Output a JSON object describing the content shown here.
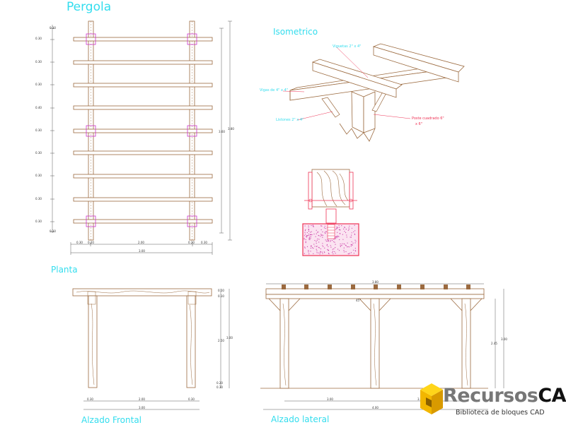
{
  "titles": {
    "pergola": "Pergola",
    "isometric": "Isometrico",
    "plan": "Planta",
    "front": "Alzado Frontal",
    "side": "Alzado lateral"
  },
  "notes": {
    "viguetas": "Viguetas 2\" x 4\"",
    "vigas": "Vigas de 4\" x 4\"",
    "listones": "Listones 2\" x 4\"",
    "poste_line1": "Poste cuadrado 6\"",
    "poste_line2": "x 6\""
  },
  "plan_dims": {
    "left": [
      "0.10",
      "0.30",
      "0.30",
      "0.30",
      "0.40",
      "0.30",
      "0.30",
      "0.30",
      "0.30",
      "0.30",
      "0.10"
    ],
    "total_vertical_inner": "3.60",
    "total_vertical_outer": "3.80",
    "bottom_segments": [
      "0.30",
      "0.20",
      "2.00",
      "0.20",
      "0.30"
    ],
    "bottom_total": "3.00"
  },
  "front_dims": {
    "right": [
      "0.10",
      "0.10",
      "0.30",
      "2.50",
      "3.00",
      "0.20"
    ],
    "bottom": [
      "0.30",
      "2.00",
      "0.30"
    ],
    "bottom_total": "3.00"
  },
  "side_dims": {
    "top_total": "3.80",
    "angle": "45°",
    "right_inner": "2.45",
    "right_outer": "3.00",
    "bottom_segments": [
      "3.00",
      "3.00"
    ],
    "bottom_total": "4.00"
  },
  "logo": {
    "name_part1": "Recursos",
    "name_part2": "CAD",
    "tagline": "Biblioteca de bloques CAD"
  },
  "colors": {
    "wood": "#9b6a3f",
    "cyan": "#33ddee",
    "magenta": "#cc33cc",
    "red": "#ee3355",
    "yellow": "#f7c400"
  }
}
